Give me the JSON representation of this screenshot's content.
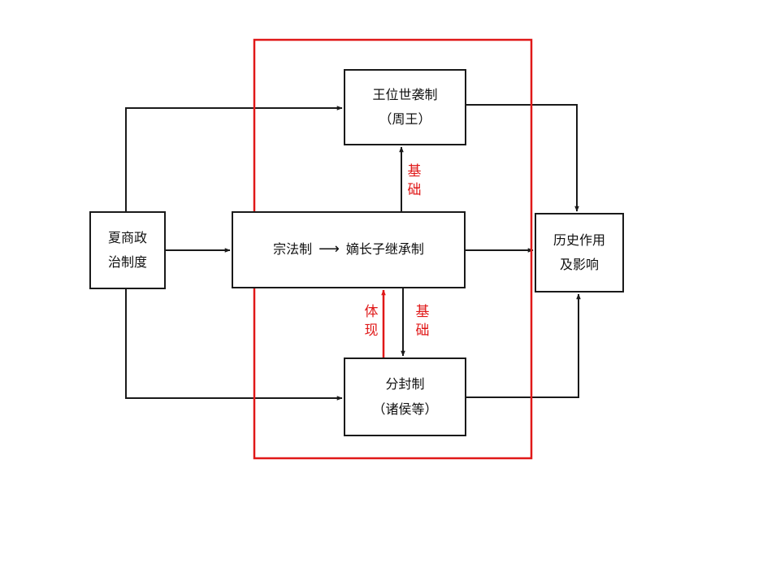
{
  "diagram": {
    "nodes": {
      "xiashang": {
        "line1": "夏商政",
        "line2": "治制度"
      },
      "wangwei": {
        "line1": "王位世袭制",
        "line2": "（周王）"
      },
      "zongfa": {
        "left": "宗法制",
        "right": "嫡长子继承制"
      },
      "fenfeng": {
        "line1": "分封制",
        "line2": "（诸侯等）"
      },
      "lishi": {
        "line1": "历史作用",
        "line2": "及影响"
      }
    },
    "labels": {
      "jichu_top": {
        "char1": "基",
        "char2": "础"
      },
      "tixian": {
        "char1": "体",
        "char2": "现"
      },
      "jichu_bottom": {
        "char1": "基",
        "char2": "础"
      }
    },
    "colors": {
      "line": "#1a1a1a",
      "highlight_frame": "#e01818",
      "annotation": "#e01818"
    }
  }
}
